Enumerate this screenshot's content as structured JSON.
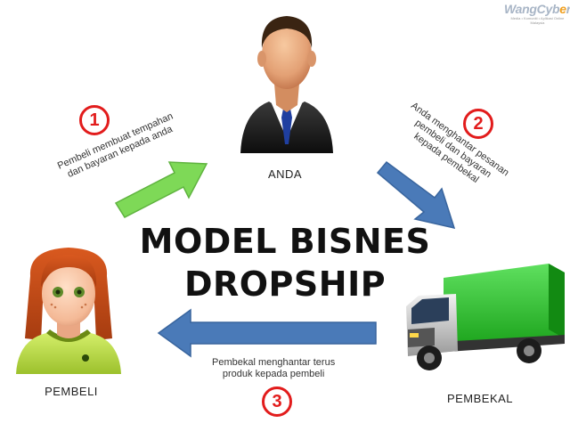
{
  "title_line1": "MODEL BISNES",
  "title_line2": "DROPSHIP",
  "nodes": {
    "anda": "ANDA",
    "pembeli": "PEMBELI",
    "pembekal": "PEMBEKAL"
  },
  "steps": [
    {
      "number": "1",
      "text_line1": "Pembeli membuat tempahan",
      "text_line2": "dan bayaran kepada anda"
    },
    {
      "number": "2",
      "text_line1": "Anda menghantar pesanan",
      "text_line2": "pembeli dan bayaran",
      "text_line3": "kepada pembekal"
    },
    {
      "number": "3",
      "text_line1": "Pembekal menghantar terus",
      "text_line2": "produk kepada pembeli"
    }
  ],
  "logo": {
    "name_part1": "Wang",
    "name_part2": "Cyb",
    "name_accent": "e",
    "name_part3": "r",
    "tagline": "Media • Komuniti • Aplikasi Online Malaysia"
  },
  "colors": {
    "green_arrow": "#7ed957",
    "blue_arrow": "#4a7ab8",
    "step_circle": "#e21c1c"
  }
}
